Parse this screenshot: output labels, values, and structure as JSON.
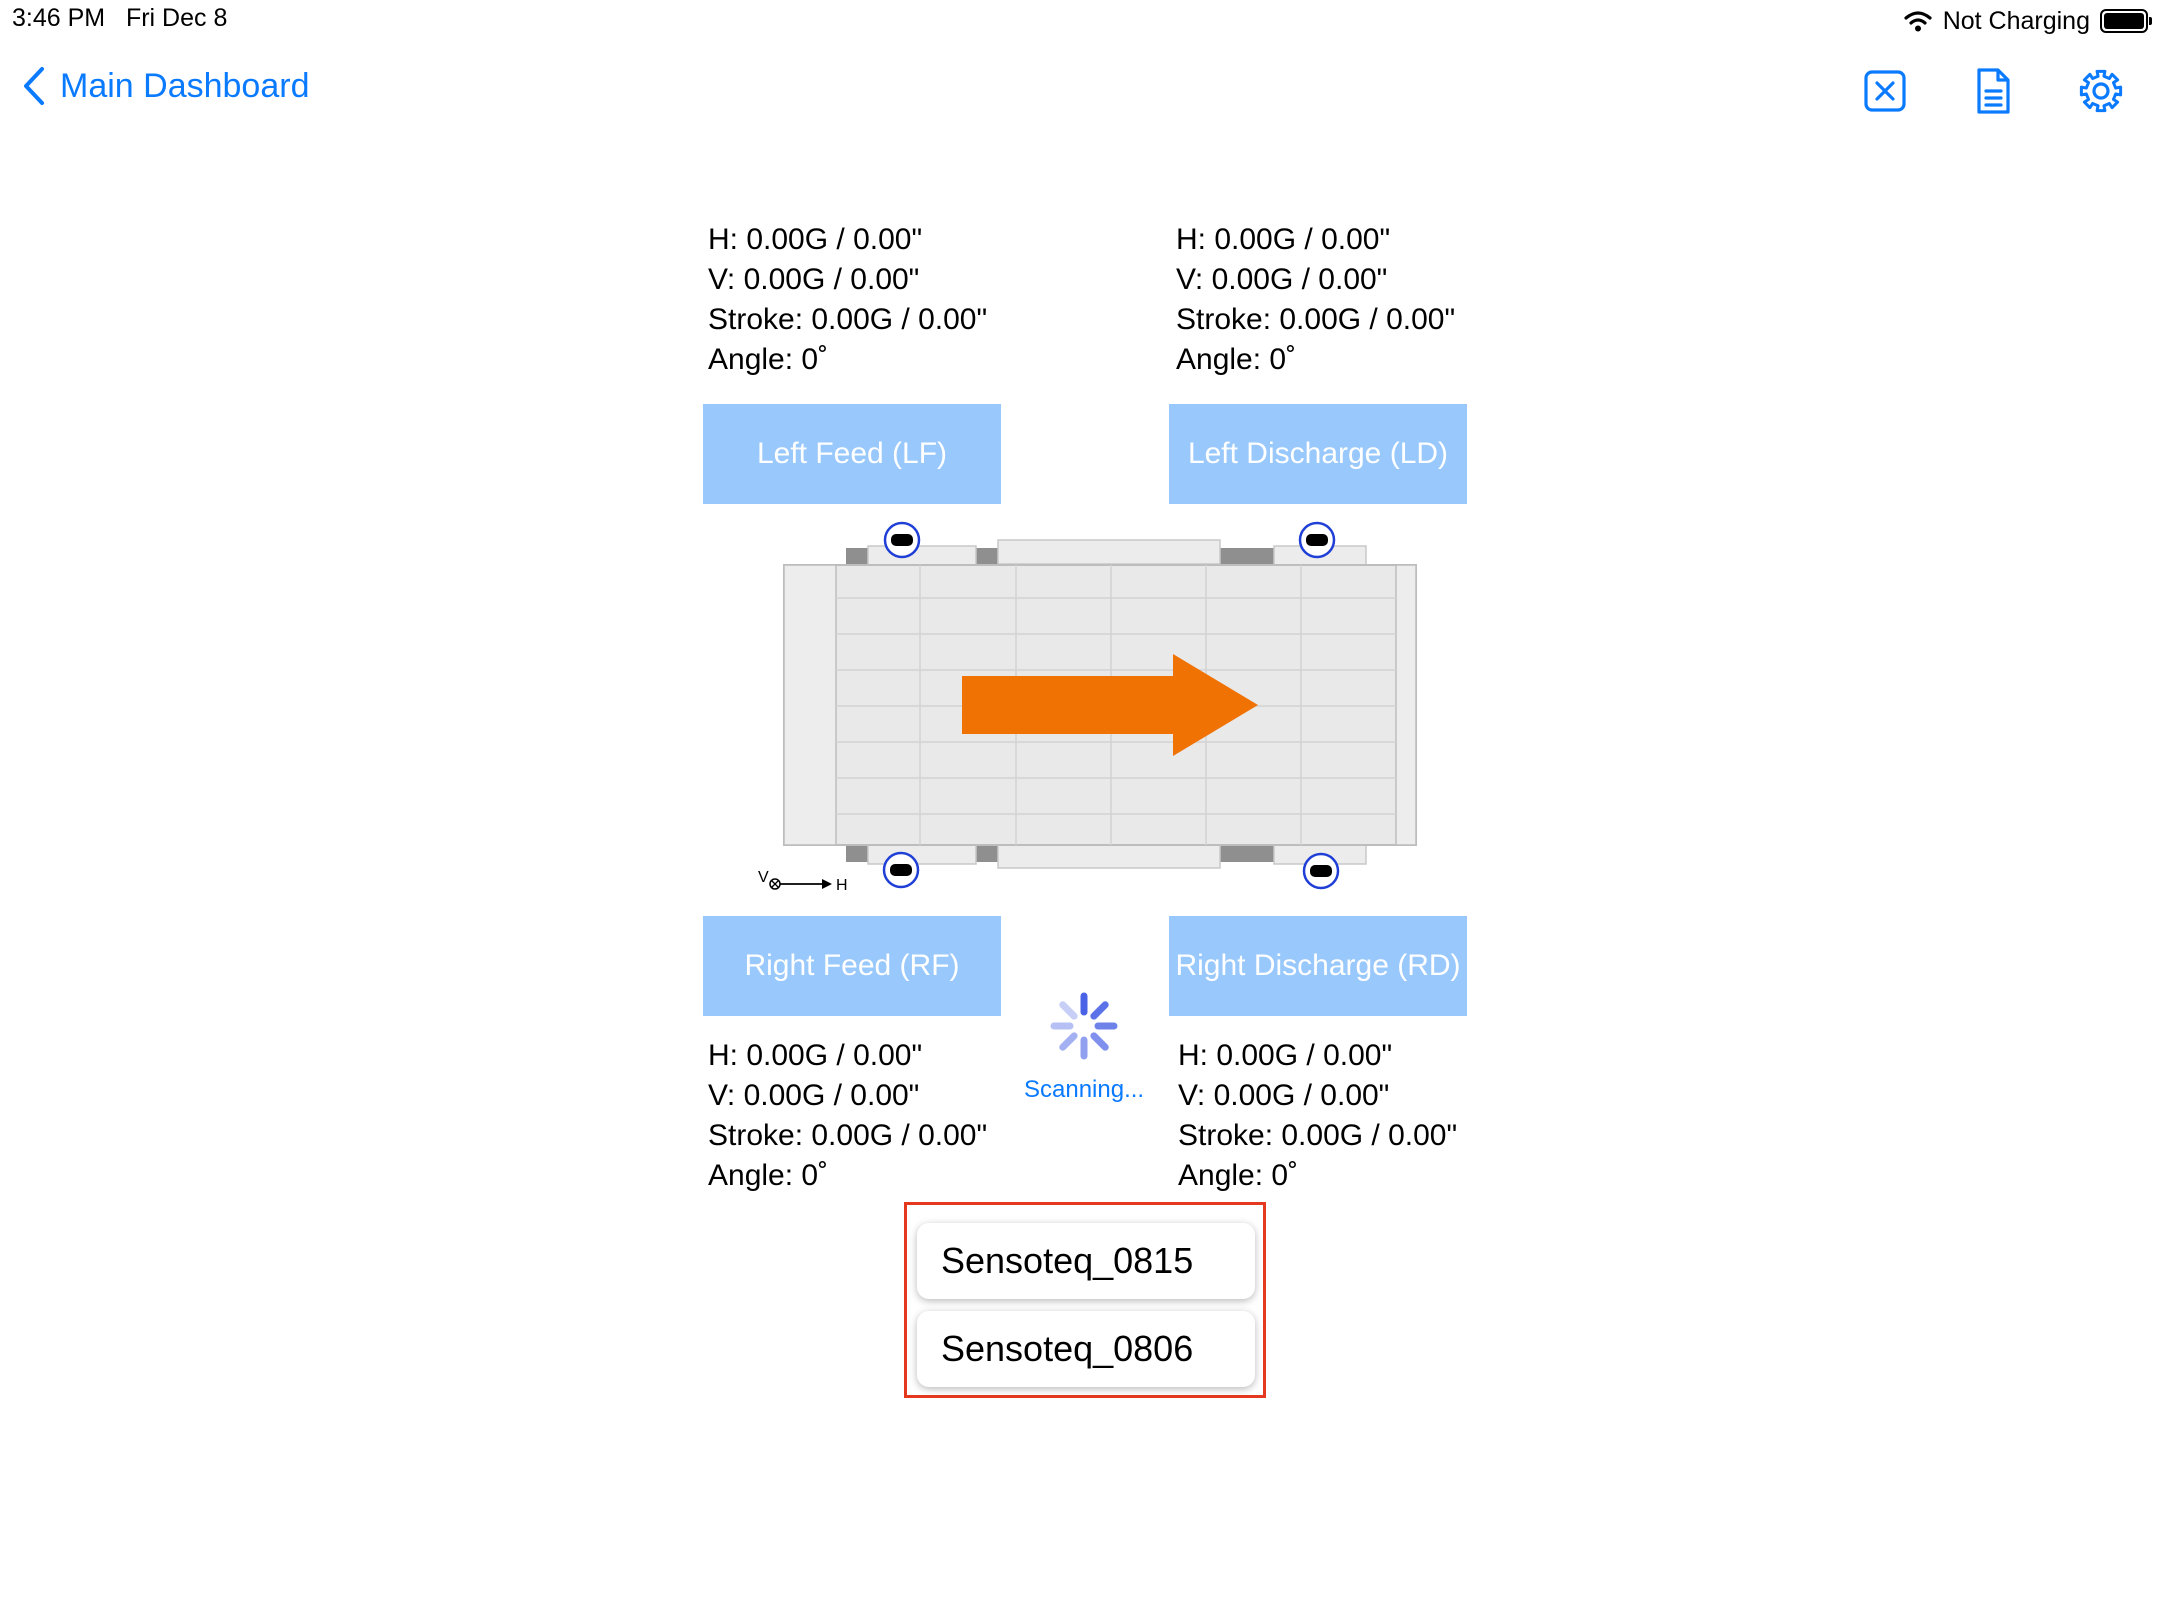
{
  "status_bar": {
    "time": "3:46 PM",
    "date": "Fri Dec 8",
    "charging": "Not Charging",
    "icons": [
      "wifi-icon",
      "battery-icon"
    ]
  },
  "nav": {
    "back_label": "Main Dashboard",
    "icons": [
      "close-square-icon",
      "document-icon",
      "gear-icon"
    ],
    "accent_color": "#0a7aff"
  },
  "sensors": {
    "lf": {
      "label": "Left Feed (LF)",
      "h": "H: 0.00G / 0.00\"",
      "v": "V: 0.00G / 0.00\"",
      "stroke": "Stroke: 0.00G / 0.00\"",
      "angle": "Angle: 0˚"
    },
    "ld": {
      "label": "Left Discharge (LD)",
      "h": "H: 0.00G / 0.00\"",
      "v": "V: 0.00G / 0.00\"",
      "stroke": "Stroke: 0.00G / 0.00\"",
      "angle": "Angle: 0˚"
    },
    "rf": {
      "label": "Right Feed (RF)",
      "h": "H: 0.00G / 0.00\"",
      "v": "V: 0.00G / 0.00\"",
      "stroke": "Stroke: 0.00G / 0.00\"",
      "angle": "Angle: 0˚"
    },
    "rd": {
      "label": "Right Discharge (RD)",
      "h": "H: 0.00G / 0.00\"",
      "v": "V: 0.00G / 0.00\"",
      "stroke": "Stroke: 0.00G / 0.00\"",
      "angle": "Angle: 0˚"
    }
  },
  "axis_legend": {
    "v": "V",
    "h": "H"
  },
  "scanning": {
    "label": "Scanning..."
  },
  "devices": [
    "Sensoteq_0815",
    "Sensoteq_0806"
  ],
  "colors": {
    "button_fill": "#99c8fc",
    "flow_arrow": "#f07203",
    "highlight_border": "#e5391f",
    "sensor_ring": "#1f3fd6"
  }
}
